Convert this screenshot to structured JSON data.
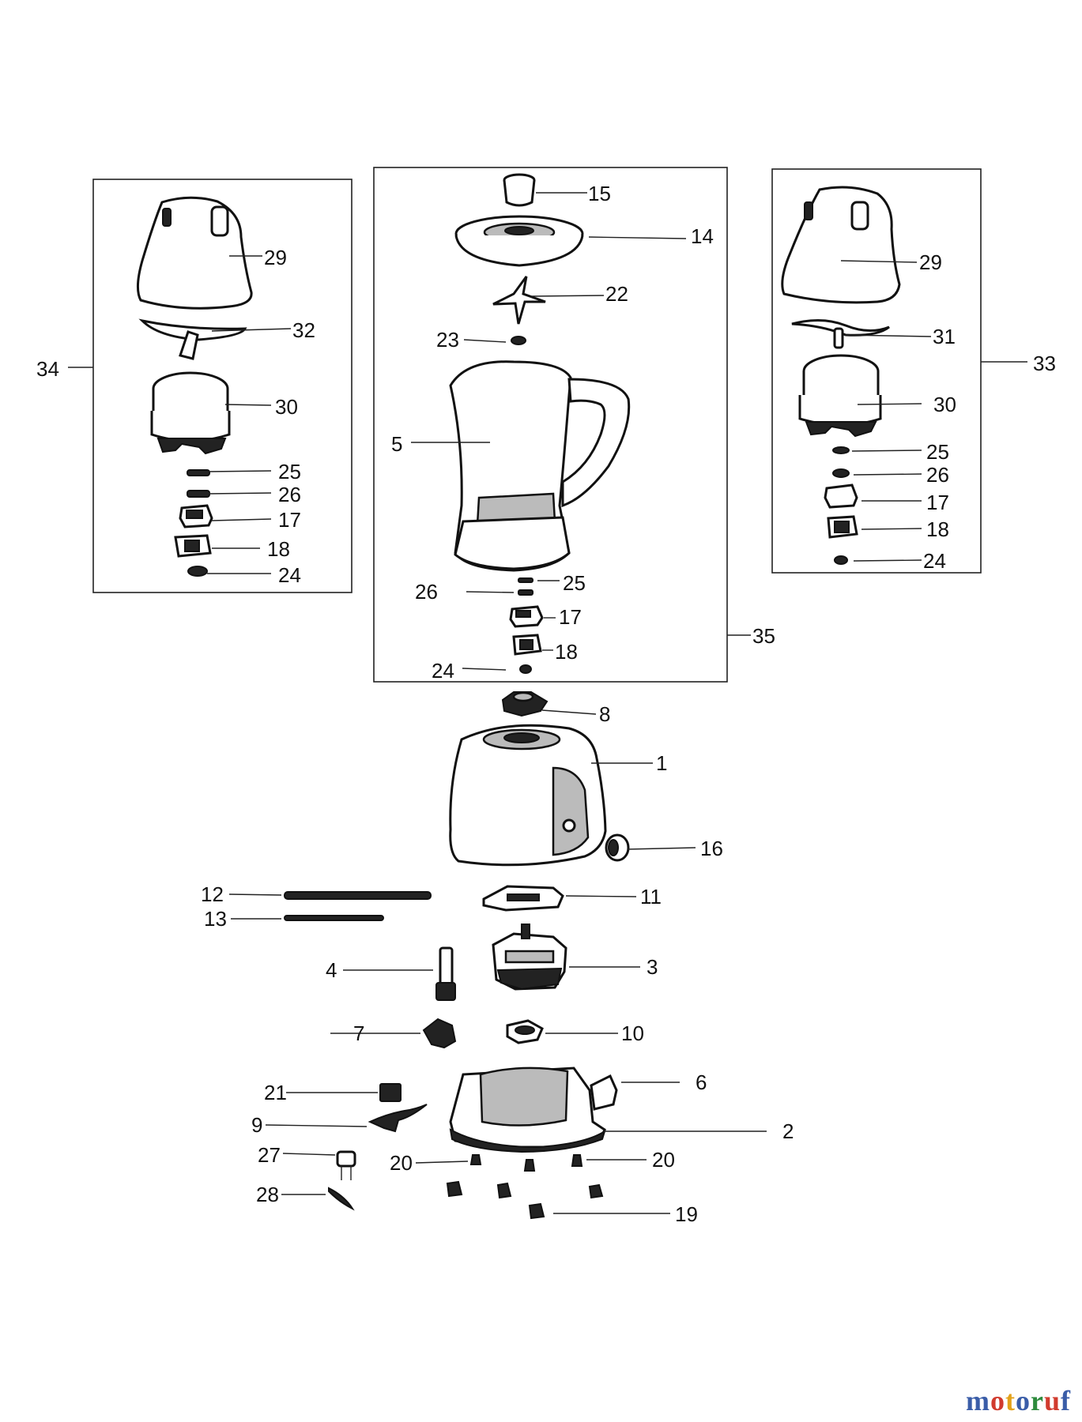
{
  "labels": {
    "l1": "1",
    "l2": "2",
    "l3": "3",
    "l4": "4",
    "l5": "5",
    "l6": "6",
    "l7": "7",
    "l8": "8",
    "l9": "9",
    "l10": "10",
    "l11": "11",
    "l12": "12",
    "l13": "13",
    "l14": "14",
    "l15": "15",
    "l16": "16",
    "l19": "19",
    "l21": "21",
    "l22": "22",
    "l23": "23",
    "l27": "27",
    "l28": "28",
    "l35": "35",
    "l20a": "20",
    "l20b": "20",
    "left": {
      "l29": "29",
      "l32": "32",
      "l34": "34",
      "l30": "30",
      "l25": "25",
      "l26": "26",
      "l17": "17",
      "l18": "18",
      "l24": "24"
    },
    "mid": {
      "l25": "25",
      "l26": "26",
      "l17": "17",
      "l18": "18",
      "l24": "24"
    },
    "right": {
      "l29": "29",
      "l31": "31",
      "l33": "33",
      "l30": "30",
      "l25": "25",
      "l26": "26",
      "l17": "17",
      "l18": "18",
      "l24": "24"
    }
  },
  "watermark": {
    "letters": [
      "m",
      "o",
      "t",
      "o",
      "r",
      "u",
      "f"
    ]
  }
}
